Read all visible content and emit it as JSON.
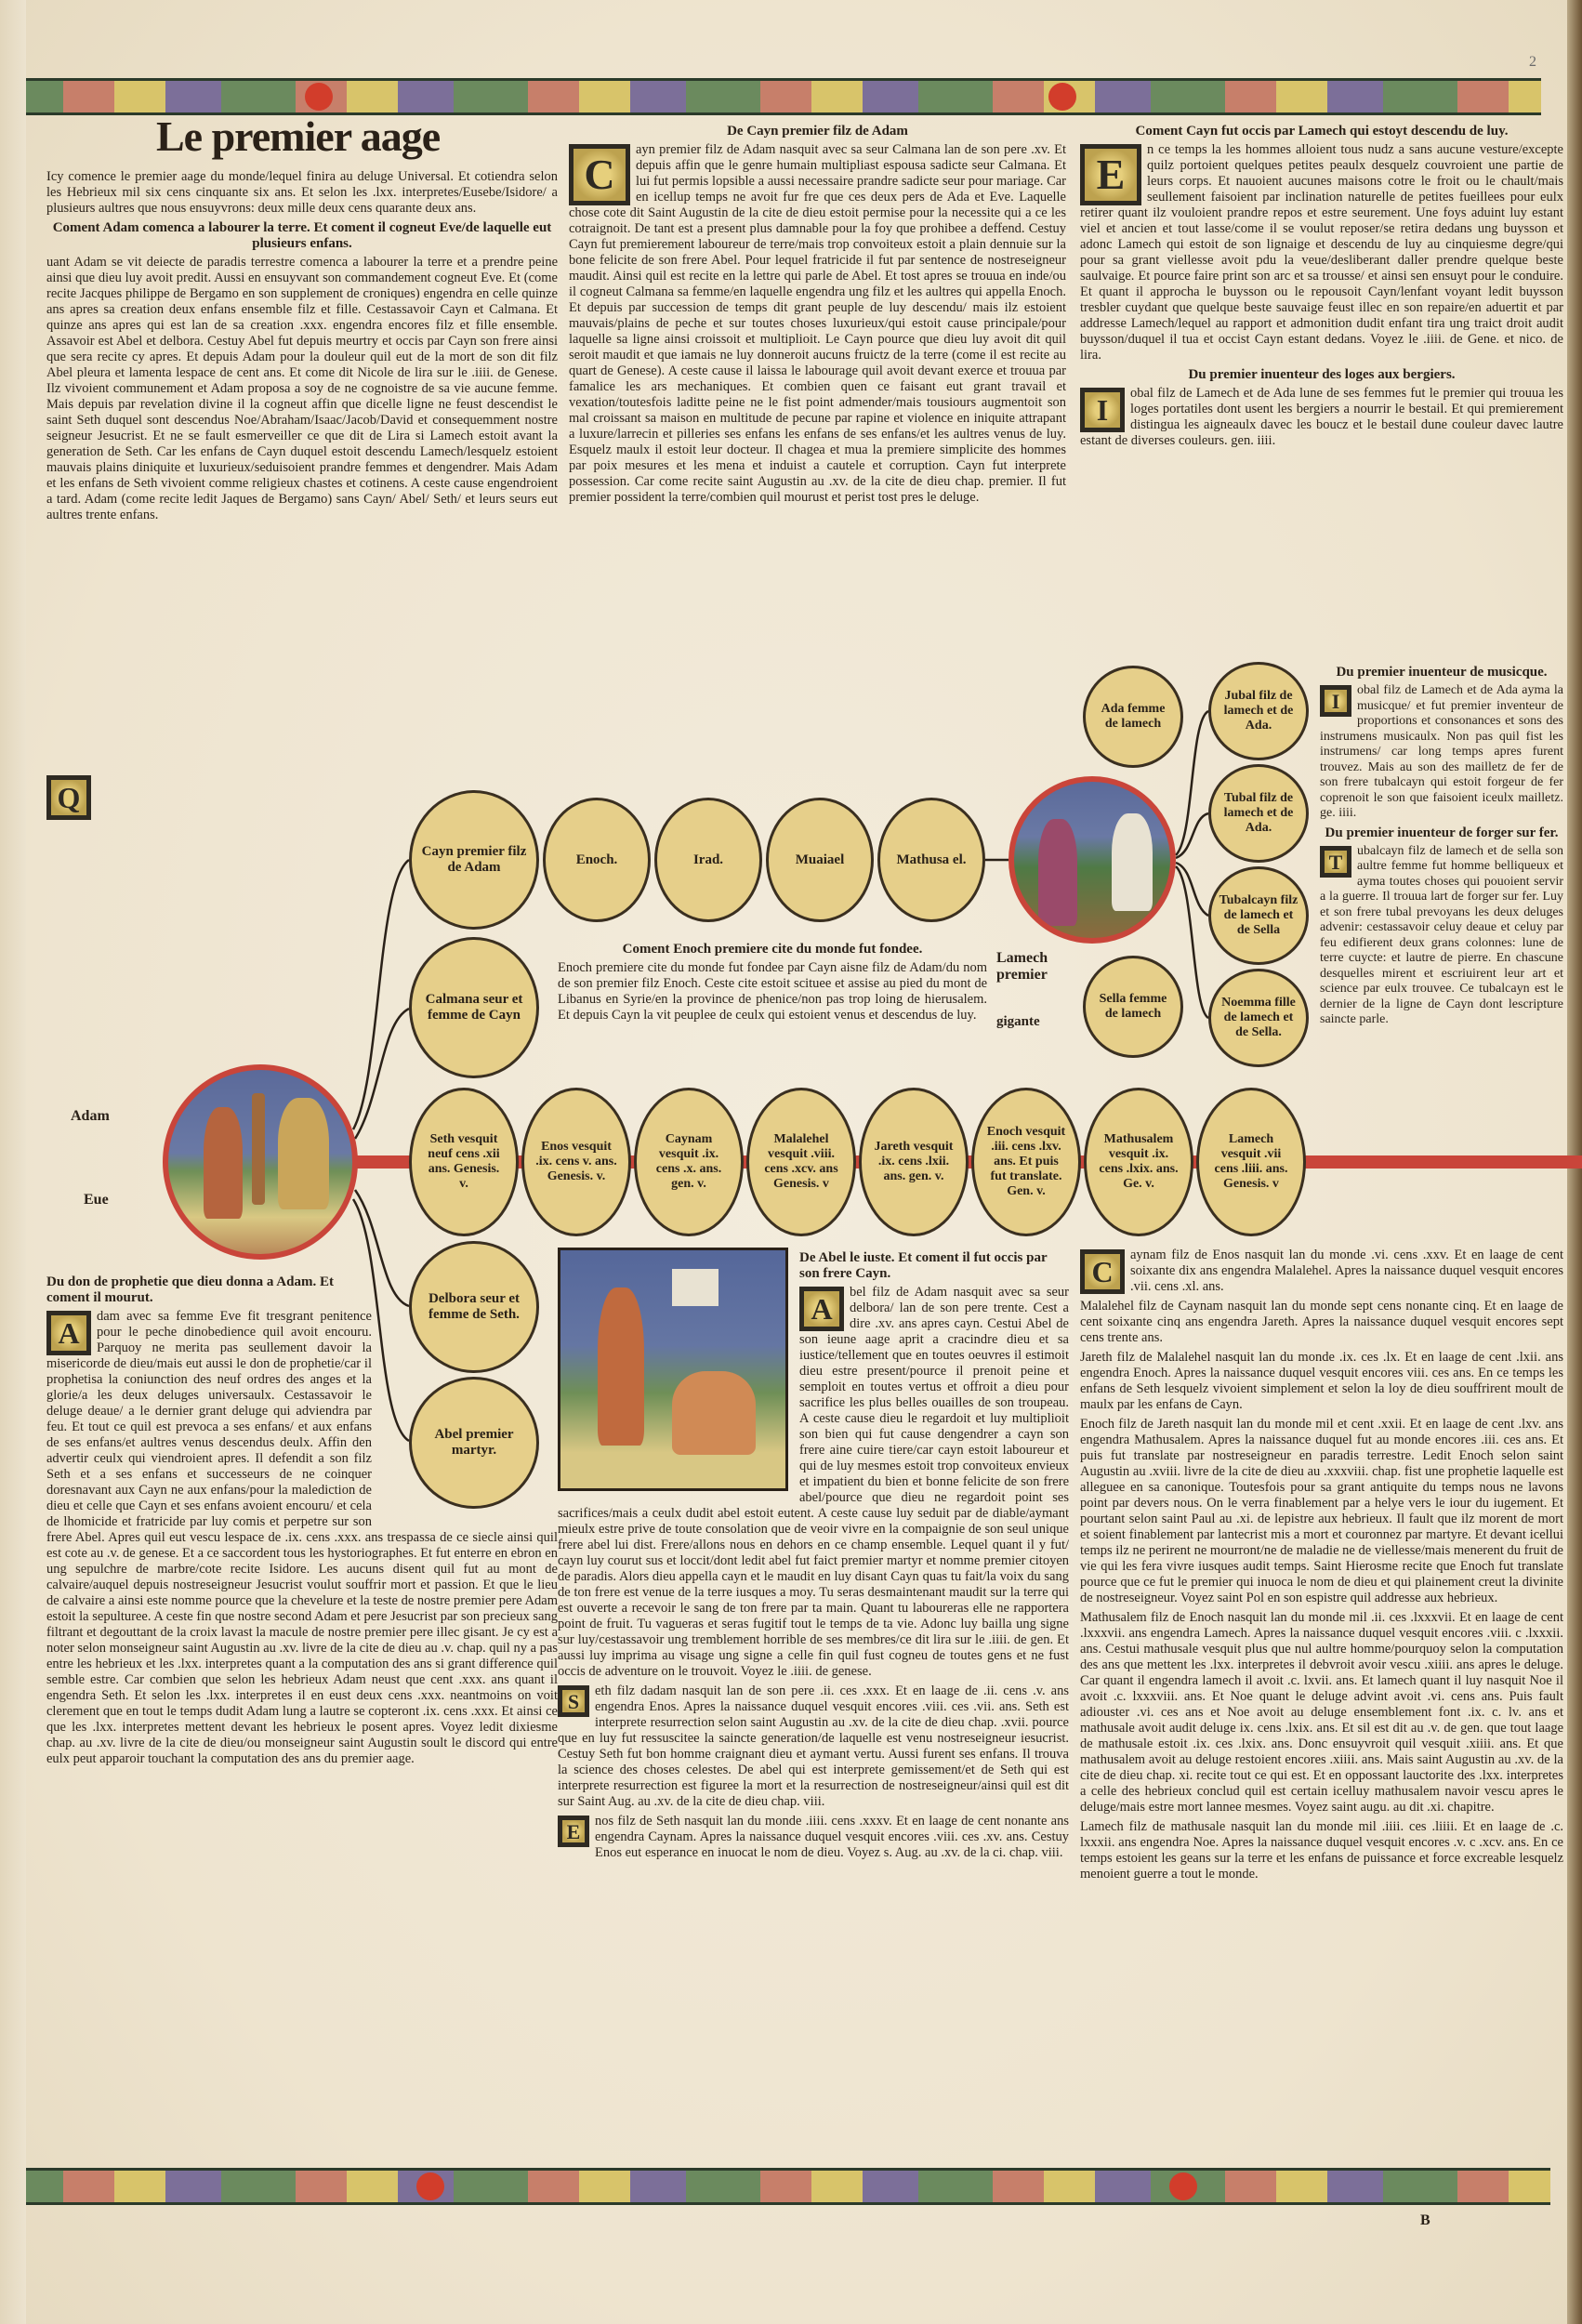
{
  "page_number": "2",
  "signature_mark": "B",
  "title": "Le premier aage",
  "intro": "Icy comence le premier aage du monde/lequel finira au deluge Universal. Et cotiendra selon les Hebrieux mil six cens cinquante six ans. Et selon les .lxx. interpretes/Eusebe/Isidore/ a plusieurs aultres que nous ensuyvrons: deux mille deux cens quarante deux ans.",
  "col1": {
    "heading": "Coment Adam comenca a labourer la terre. Et coment il cogneut Eve/de laquelle eut plusieurs enfans.",
    "initial": "Q",
    "body": "uant Adam se vit deiecte de paradis terrestre comenca a labourer la terre et a prendre peine ainsi que dieu luy avoit predit. Aussi en ensuyvant son commandement cogneut Eve. Et (come recite Jacques philippe de Bergamo en son supplement de croniques) engendra en celle quinze ans apres sa creation deux enfans ensemble filz et fille. Cestassavoir Cayn et Calmana. Et quinze ans apres qui est lan de sa creation .xxx. engendra encores filz et fille ensemble. Assavoir est Abel et delbora. Cestuy Abel fut depuis meurtry et occis par Cayn son frere ainsi que sera recite cy apres. Et depuis Adam pour la douleur quil eut de la mort de son dit filz Abel pleura et lamenta lespace de cent ans. Et come dit Nicole de lira sur le .iiii. de Genese. Ilz vivoient communement et Adam proposa a soy de ne cognoistre de sa vie aucune femme. Mais depuis par revelation divine il la cogneut affin que dicelle ligne ne feust descendist le saint Seth duquel sont descendus Noe/Abraham/Isaac/Jacob/David et consequemment nostre seigneur Jesucrist. Et ne se fault esmerveiller ce que dit de Lira si Lamech estoit avant la generation de Seth. Car les enfans de Cayn duquel estoit descendu Lamech/lesquelz estoient mauvais plains diniquite et luxurieux/seduisoient prandre femmes et dengendrer. Mais Adam et les enfans de Seth vivoient comme religieux chastes et cotinens. A ceste cause engendroient a tard. Adam (come recite ledit Jaques de Bergamo) sans Cayn/ Abel/ Seth/ et leurs seurs eut aultres trente enfans."
  },
  "col2": {
    "heading": "De Cayn premier filz de Adam",
    "initial": "C",
    "body": "ayn premier filz de Adam nasquit avec sa seur Calmana lan de son pere .xv. Et depuis affin que le genre humain multipliast espousa sadicte seur Calmana. Et lui fut permis lopsible a aussi necessaire prandre sadicte seur pour mariage. Car en icellup temps ne avoit fur fre que ces deux pers de Ada et Eve. Laquelle chose cote dit Saint Augustin de la cite de dieu estoit permise pour la necessite qui a ce les cotraignoit. De tant est a present plus damnable pour la foy que prohibee a deffend. Cestuy Cayn fut premierement laboureur de terre/mais trop convoiteux estoit a plain dennuie sur la bone felicite de son frere Abel. Pour lequel fratricide il fut par sentence de nostreseigneur maudit. Ainsi quil est recite en la lettre qui parle de Abel. Et tost apres se trouua en inde/ou il cogneut Calmana sa femme/en laquelle engendra ung filz et les aultres qui appella Enoch. Et depuis par succession de temps dit grant peuple de luy descendu/ mais ilz estoient mauvais/plains de peche et sur toutes choses luxurieux/qui estoit cause principale/pour laquelle sa ligne ainsi croissoit et multiplioit. Le Cayn pource que dieu luy avoit dit quil seroit maudit et que iamais ne luy donneroit aucuns fruictz de la terre (come il est recite au quart de Genese). A ceste cause il laissa le labourage quil avoit devant exerce et trouua par famalice les ars mechaniques. Et combien quen ce faisant eut grant travail et vexation/toutesfois laditte peine ne le fist point admender/mais tousiours augmentoit son mal croissant sa maison en multitude de pecune par rapine et violence en iniquite attrapant a luxure/larrecin et pilleries ses enfans les enfans de ses enfans/et les aultres venus de luy. Esquelz maulx il estoit leur docteur. Il chagea et mua la premiere simplicite des hommes par poix mesures et les mena et induist a cautele et corruption. Cayn fut interprete possession. Car come recite saint Augustin au .xv. de la cite de dieu chap. premier. Il fut premier possident la terre/combien quil mourust et perist tost pres le deluge."
  },
  "col3": {
    "heading": "Coment Cayn fut occis par Lamech qui estoyt descendu de luy.",
    "initial": "E",
    "body": "n ce temps la les hommes alloient tous nudz a sans aucune vesture/excepte quilz portoient quelques petites peaulx desquelz couvroient une partie de leurs corps. Et nauoient aucunes maisons cotre le froit ou le chault/mais seullement faisoient par inclination naturelle de petites fueillees pour eulx retirer quant ilz vouloient prandre repos et estre seurement. Une foys aduint luy estant viel et ancien et tout lasse/come il se voulut reposer/se retira dedans ung buysson et adonc Lamech qui estoit de son lignaige et descendu de luy au cinquiesme degre/qui pour sa grant viellesse avoit pdu la veue/desliberant daller prendre quelque beste saulvaige. Et pource faire print son arc et sa trousse/ et ainsi sen ensuyt pour le conduire. Et quant il approcha le buysson ou le repousoit Cayn/lenfant voyant ledit buysson tresbler cuydant que quelque beste sauvaige feust illec en son repaire/en aduertit et par addresse Lamech/lequel au rapport et admonition dudit enfant tira ung traict droit audit buysson/duquel il tua et occist Cayn estant dedans. Voyez le .iiii. de Gene. et nico. de lira.",
    "loges_heading": "Du premier inuenteur des loges aux bergiers.",
    "loges_initial": "I",
    "loges_body": "obal filz de Lamech et de Ada lune de ses femmes fut le premier qui trouua les loges portatiles dont usent les bergiers a nourrir le bestail. Et qui premierement distingua les aigneaulx davec les boucz et le bestail dune couleur davec lautre estant de diverses couleurs. gen. iiii.",
    "musique_heading": "Du premier inuenteur de musicque.",
    "musique_initial": "I",
    "musique_body": "obal filz de Lamech et de Ada ayma la musicque/ et fut premier inventeur de proportions et consonances et sons des instrumens musicaulx. Non pas quil fist les instrumens/ car long temps apres furent trouvez. Mais au son des mailletz de fer de son frere tubalcayn qui estoit forgeur de fer coprenoit le son que faisoient iceulx mailletz. ge. iiii."
  },
  "forge": {
    "heading": "Du premier inuenteur de forger sur fer.",
    "initial": "T",
    "body": "ubalcayn filz de lamech et de sella son aultre femme fut homme belliqueux et ayma toutes choses qui pouoient servir a la guerre. Il trouua lart de forger sur fer. Luy et son frere tubal prevoyans les deux deluges advenir: cestassavoir celuy deaue et celuy par feu edifierent deux grans colonnes: lune de terre cuycte: et lautre de pierre. En chascune desquelles mirent et escriuirent leur art et science par eulx trouvee. Ce tubalcayn est le dernier de la ligne de Cayn dont lescripture saincte parle."
  },
  "enoch_city": {
    "heading": "Coment Enoch premiere cite du monde fut fondee.",
    "body": "Enoch premiere cite du monde fut fondee par Cayn aisne filz de Adam/du nom de son premier filz Enoch. Ceste cite estoit scituee et assise au pied du mont de Libanus en Syrie/en la province de phenice/non pas trop loing de hierusalem. Et depuis Cayn la vit peuplee de ceulx qui estoient venus et descendus de luy."
  },
  "genealogy": {
    "adam_label": "Adam",
    "eve_label": "Eue",
    "lamech_label": "Lamech premier",
    "gigante_label": "gigante",
    "cain_line": [
      "Cayn premier filz de Adam",
      "Enoch.",
      "Irad.",
      "Muaiael",
      "Mathusa el."
    ],
    "calmana": "Calmana seur et femme de Cayn",
    "seth_line": [
      "Seth vesquit neuf cens .xii ans. Genesis. v.",
      "Enos vesquit .ix. cens v. ans. Genesis. v.",
      "Caynam vesquit .ix. cens .x. ans. gen. v.",
      "Malalehel vesquit .viii. cens .xcv. ans Genesis. v",
      "Jareth vesquit .ix. cens .lxii. ans. gen. v.",
      "Enoch vesquit .iii. cens .lxv. ans. Et puis fut translate. Gen. v.",
      "Mathusalem vesquit .ix. cens .lxix. ans. Ge. v.",
      "Lamech vesquit .vii cens .liii. ans. Genesis. v"
    ],
    "delbora": "Delbora seur et femme de Seth.",
    "abel": "Abel premier martyr.",
    "ada": "Ada femme de lamech",
    "sella": "Sella femme de lamech",
    "jubal": "Jubal filz de lamech et de Ada.",
    "tubal": "Tubal filz de lamech et de Ada.",
    "tubalcain": "Tubalcayn filz de lamech et de Sella",
    "noemma": "Noemma fille de lamech et de Sella."
  },
  "bottom_left": {
    "heading": "Du don de prophetie que dieu donna a Adam. Et coment il mourut.",
    "initial": "A",
    "body": "dam avec sa femme Eve fit tresgrant penitence pour le peche dinobedience quil avoit encouru. Parquoy ne merita pas seullement davoir la misericorde de dieu/mais eut aussi le don de prophetie/car il prophetisa la coniunction des neuf ordres des anges et la glorie/a les deux deluges universaulx. Cestassavoir le deluge deaue/ a le dernier grant deluge qui adviendra par feu. Et tout ce quil est prevoca a ses enfans/ et aux enfans de ses enfans/et aultres venus descendus deulx. Affin den advertir ceulx qui viendroient apres. Il defendit a son filz Seth et a ses enfans et successeurs de ne coinquer doresnavant aux Cayn ne aux enfans/pour la malediction de dieu et celle que Cayn et ses enfans avoient encouru/ et cela de lhomicide et fratricide par luy comis et perpetre sur son frere Abel. Apres quil eut vescu lespace de .ix. cens .xxx. ans trespassa de ce siecle ainsi quil est cote au .v. de genese. Et a ce saccordent tous les hystoriographes. Et fut enterre en ebron en ung sepulchre de marbre/cote recite Isidore. Les aucuns disent quil fut au mont de calvaire/auquel depuis nostreseigneur Jesucrist voulut souffrir mort et passion. Et que le lieu de calvaire a ainsi este nomme pource que la chevelure et la teste de nostre premier pere Adam estoit la sepulturee. A ceste fin que nostre second Adam et pere Jesucrist par son precieux sang filtrant et degouttant de la croix lavast la macule de nostre premier pere illec gisant. Je cy est a noter selon monseigneur saint Augustin au .xv. livre de la cite de dieu au .v. chap. quil ny a pas entre les hebrieux et les .lxx. interpretes quant a la computation des ans si grant difference quil semble estre. Car combien que selon les hebrieux Adam neust que cent .xxx. ans quant il engendra Seth. Et selon les .lxx. interpretes il en eust deux cens .xxx. neantmoins on voit clerement que en tout le temps dudit Adam lung a lautre se copteront .ix. cens .xxx. Et ainsi ce que les .lxx. interpretes mettent devant les hebrieux le posent apres. Voyez ledit dixiesme chap. au .xv. livre de la cite de dieu/ou monseigneur saint Augustin soult le discord qui entre eulx peut apparoir touchant la computation des ans du premier aage."
  },
  "abel_section": {
    "heading": "De Abel le iuste. Et coment il fut occis par son frere Cayn.",
    "initial": "A",
    "body": "bel filz de Adam nasquit avec sa seur delbora/ lan de son pere trente. Cest a dire .xv. ans apres cayn. Cestui Abel de son ieune aage aprit a cracindre dieu et sa iustice/tellement que en toutes oeuvres il estimoit dieu estre present/pource il prenoit peine et semploit en toutes vertus et offroit a dieu pour sacrifice les plus belles ouailles de son troupeau. A ceste cause dieu le regardoit et luy multiplioit son bien qui fut cause dengendrer a cayn son frere aine cuire tiere/car cayn estoit laboureur et qui de luy mesmes estoit trop convoiteux envieux et impatient du bien et bonne felicite de son frere abel/pource que dieu ne regardoit point ses sacrifices/mais a ceulx dudit abel estoit eutent. A ceste cause luy seduit par de diable/aymant mieulx estre prive de toute consolation que de veoir vivre en la compaignie de son seul unique frere abel lui dist. Frere/allons nous en dehors en ce champ ensemble. Lequel quant il y fut/ cayn luy courut sus et loccit/dont ledit abel fut faict premier martyr et nomme premier citoyen de paradis. Alors dieu appella cayn et le maudit en luy disant Cayn quas tu fait/la voix du sang de ton frere est venue de la terre iusques a moy. Tu seras desmaintenant maudit sur la terre qui est ouverte a recevoir le sang de ton frere par ta main. Quant tu laboureras elle ne rapportera point de fruit. Tu vagueras et seras fugitif tout le temps de ta vie. Adonc luy bailla ung signe sur luy/cestassavoir ung tremblement horrible de ses membres/ce dit lira sur le .iiii. de gen. Et aussi luy imprima au visage ung signe a celle fin quil fust cogneu de toutes gens et ne fust occis de adventure on le trouvoit. Voyez le .iiii. de genese.",
    "seth_initial": "S",
    "seth_body": "eth filz dadam nasquit lan de son pere .ii. ces .xxx. Et en laage de .ii. cens .v. ans engendra Enos. Apres la naissance duquel vesquit encores .viii. ces .vii. ans. Seth est interprete resurrection selon saint Augustin au .xv. de la cite de dieu chap. .xvii. pource que en luy fut ressuscitee la saincte generation/de laquelle est venu nostreseigneur iesucrist. Cestuy Seth fut bon homme craignant dieu et aymant vertu. Aussi furent ses enfans. Il trouva la science des choses celestes. De abel qui est interprete gemissement/et de Seth qui est interprete resurrection est figuree la mort et la resurrection de nostreseigneur/ainsi quil est dit sur Saint Aug. au .xv. de la cite de dieu chap. viii.",
    "enos_initial": "E",
    "enos_body": "nos filz de Seth nasquit lan du monde .iiii. cens .xxxv. Et en laage de cent nonante ans engendra Caynam. Apres la naissance duquel vesquit encores .viii. ces .xv. ans. Cestuy Enos eut esperance en inuocat le nom de dieu. Voyez s. Aug. au .xv. de la ci. chap. viii."
  },
  "bottom_right": {
    "caynam_initial": "C",
    "caynam": "aynam filz de Enos nasquit lan du monde .vi. cens .xxv. Et en laage de cent soixante dix ans engendra Malalehel. Apres la naissance duquel vesquit encores .vii. cens .xl. ans.",
    "malalehel": "Malalehel filz de Caynam nasquit lan du monde sept cens nonante cinq. Et en laage de cent soixante cinq ans engendra Jareth. Apres la naissance duquel vesquit encores sept cens trente ans.",
    "jareth": "Jareth filz de Malalehel nasquit lan du monde .ix. ces .lx. Et en laage de cent .lxii. ans engendra Enoch. Apres la naissance duquel vesquit encores viii. ces ans. En ce temps les enfans de Seth lesquelz vivoient simplement et selon la loy de dieu souffrirent moult de maulx par les enfans de Cayn.",
    "enoch": "Enoch filz de Jareth nasquit lan du monde mil et cent .xxii. Et en laage de cent .lxv. ans engendra Mathusalem. Apres la naissance duquel fut au monde encores .iii. ces ans. Et puis fut translate par nostreseigneur en paradis terrestre. Ledit Enoch selon saint Augustin au .xviii. livre de la cite de dieu au .xxxviii. chap. fist une prophetie laquelle est alleguee en sa canonique. Toutesfois pour sa grant antiquite du temps nous ne lavons point par devers nous. On le verra finablement par a helye vers le iour du iugement. Et pourtant selon saint Paul au .xi. de lepistre aux hebrieux. Il fault que ilz morent de mort et soient finablement par lantecrist mis a mort et couronnez par martyre. Et devant icellui temps ilz ne perirent ne mourront/ne de maladie ne de viellesse/mais menerent du fruit de vie qui les fera vivre iusques audit temps. Saint Hierosme recite que Enoch fut translate pource que ce fut le premier qui inuoca le nom de dieu et qui plainement creut la divinite de nostreseigneur. Voyez saint Pol en son espistre quil addresse aux hebrieux.",
    "mathusalem": "Mathusalem filz de Enoch nasquit lan du monde mil .ii. ces .lxxxvii. Et en laage de cent .lxxxvii. ans engendra Lamech. Apres la naissance duquel vesquit encores .viii. c .lxxxii. ans. Cestui mathusale vesquit plus que nul aultre homme/pourquoy selon la computation des ans que mettent les .lxx. interpretes il debvroit avoir vescu .xiiii. ans apres le deluge. Car quant il engendra lamech il avoit .c. lxvii. ans. Et lamech quant il luy nasquit Noe il avoit .c. lxxxviii. ans. Et Noe quant le deluge advint avoit .vi. cens ans. Puis fault adiouster .vi. ces ans et Noe avoit au deluge ensemblement font .ix. c. lv. ans et mathusale avoit audit deluge ix. cens .lxix. ans. Et sil est dit au .v. de gen. que tout laage de mathusale estoit .ix. ces .lxix. ans. Donc ensuyvroit quil vesquit .xiiii. ans. Et que mathusalem avoit au deluge restoient encores .xiiii. ans. Mais saint Augustin au .xv. de la cite de dieu chap. xi. recite tout ce qui est. Et en oppossant lauctorite des .lxx. interpretes a celle des hebrieux conclud quil est certain icelluy mathusalem navoir vescu apres le deluge/mais estre mort lannee mesmes. Voyez saint augu. au dit .xi. chapitre.",
    "lamech": "Lamech filz de mathusale nasquit lan du monde mil .iiii. ces .liiii. Et en laage de .c. lxxxii. ans engendra Noe. Apres la naissance duquel vesquit encores .v. c .xcv. ans. En ce temps estoient les geans sur la terre et les enfans de puissance et force excreable lesquelz menoient guerre a tout le monde."
  }
}
